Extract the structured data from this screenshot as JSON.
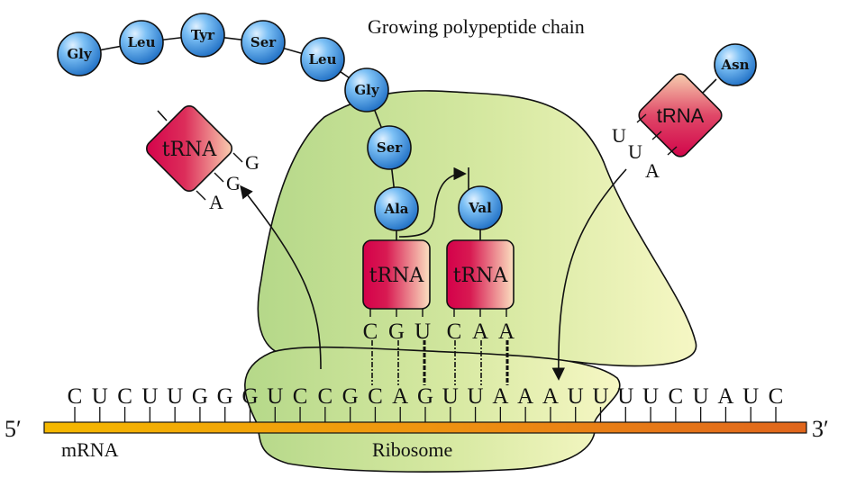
{
  "title": "Growing polypeptide chain",
  "labels": {
    "five_prime": "5′",
    "three_prime": "3′",
    "mrna": "mRNA",
    "ribosome": "Ribosome"
  },
  "colors": {
    "amino_acid": "#3d8fdc",
    "trna": "#d4004a",
    "ribosome_dark": "#b8d98a",
    "ribosome_light": "#f4f6c0",
    "mrna_left": "#f5b800",
    "mrna_right": "#e06a1a"
  },
  "mrna": {
    "sequence": [
      "C",
      "U",
      "C",
      "U",
      "U",
      "G",
      "G",
      "G",
      "U",
      "C",
      "C",
      "G",
      "C",
      "A",
      "G",
      "U",
      "U",
      "A",
      "A",
      "A",
      "U",
      "U",
      "U",
      "U",
      "C",
      "U",
      "A",
      "U",
      "C"
    ]
  },
  "polypeptide": [
    "Gly",
    "Leu",
    "Tyr",
    "Ser",
    "Leu",
    "Gly",
    "Ser",
    "Ala"
  ],
  "trnas": {
    "exiting": {
      "label": "tRNA",
      "anticodon": [
        "G",
        "G",
        "A"
      ]
    },
    "p_site": {
      "label": "tRNA",
      "anticodon": [
        "C",
        "G",
        "U"
      ],
      "amino_acid": "Ala"
    },
    "a_site": {
      "label": "tRNA",
      "anticodon": [
        "C",
        "A",
        "A"
      ],
      "amino_acid": "Val"
    },
    "incoming": {
      "label": "tRNA",
      "anticodon": [
        "U",
        "U",
        "A"
      ],
      "amino_acid": "Asn"
    }
  }
}
